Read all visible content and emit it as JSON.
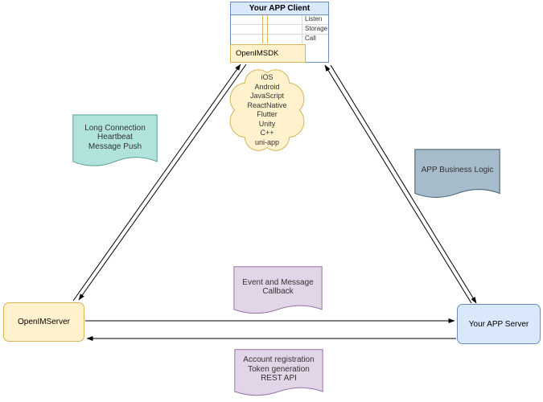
{
  "diagram": {
    "client": {
      "title": "Your APP Client",
      "sdk_label": "OpenIMSDK",
      "interfaces": [
        "Listen",
        "Storage",
        "Call"
      ]
    },
    "platform_cloud": [
      "iOS",
      "Android",
      "JavaScript",
      "ReactNative",
      "Flutter",
      "Unity",
      "C++",
      "uni-app"
    ],
    "nodes": {
      "openim_server": "OpenIMServer",
      "app_server": "Your APP Server"
    },
    "notes": {
      "long_connection": {
        "lines": [
          "Long Connection",
          "Heartbeat",
          "Message Push"
        ],
        "fill": "#b0e3db",
        "stroke": "#569e94"
      },
      "app_business_logic": {
        "lines": [
          "APP Business Logic"
        ],
        "fill": "#a7bcca",
        "stroke": "#3d586f"
      },
      "event_callback": {
        "lines": [
          "Event and Message",
          "Callback"
        ],
        "fill": "#e1d5e7",
        "stroke": "#9673a6"
      },
      "account_rest": {
        "lines": [
          "Account registration",
          "Token generation",
          "REST API"
        ],
        "fill": "#e1d5e7",
        "stroke": "#9673a6"
      }
    },
    "colors": {
      "client_header_fill": "#dae8fc",
      "client_border": "#6c8ebf",
      "sdk_fill": "#fff2cc",
      "sdk_border": "#d6b656",
      "cloud_fill": "#fff2cc",
      "cloud_stroke": "#d6b656",
      "openim_server_fill": "#fff2cc",
      "openim_server_border": "#d6b656",
      "app_server_fill": "#dae8fc",
      "app_server_border": "#6c8ebf",
      "connector": "#000000"
    }
  }
}
